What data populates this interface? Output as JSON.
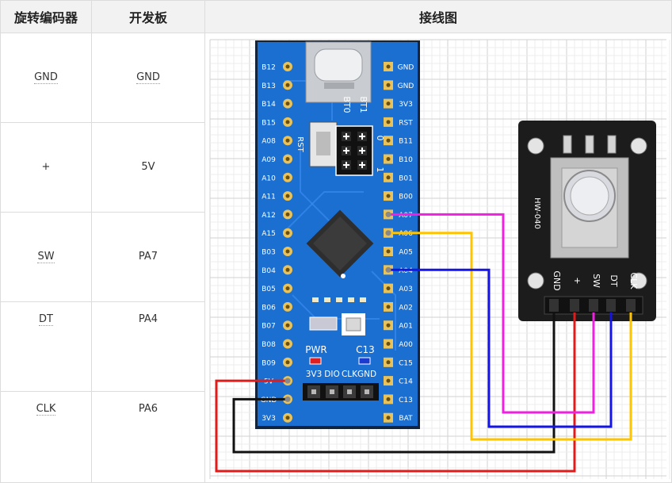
{
  "headers": [
    "旋转编码器",
    "开发板",
    "接线图"
  ],
  "rows": [
    {
      "encoder": "GND",
      "board": "GND"
    },
    {
      "encoder": "+",
      "board": "5V"
    },
    {
      "encoder": "SW",
      "board": "PA7"
    },
    {
      "encoder": "DT",
      "board": "PA4"
    },
    {
      "encoder": "CLK",
      "board": "PA6"
    }
  ],
  "board": {
    "left_pins": [
      "B12",
      "B13",
      "B14",
      "B15",
      "A08",
      "A09",
      "A10",
      "A11",
      "A12",
      "A15",
      "B03",
      "B04",
      "B05",
      "B06",
      "B07",
      "B08",
      "B09",
      "5V",
      "GND",
      "3V3"
    ],
    "right_pins": [
      "GND",
      "GND",
      "3V3",
      "RST",
      "B11",
      "B10",
      "B01",
      "B00",
      "A07",
      "A06",
      "A05",
      "A04",
      "A03",
      "A02",
      "A01",
      "A00",
      "C15",
      "C14",
      "C13",
      "BAT"
    ],
    "rst_label": "RST",
    "boot_labels": [
      "BT0",
      "BT1"
    ],
    "boot_numbers": [
      "0",
      "1"
    ],
    "pwr_label": "PWR",
    "c13_label": "C13",
    "header_labels": [
      "3V3",
      "DIO",
      "CLK",
      "GND"
    ]
  },
  "encoder_module": {
    "model": "HW-040",
    "pins": [
      "GND",
      "+",
      "SW",
      "DT",
      "CLK"
    ]
  },
  "colors": {
    "board": "#1a6fd1",
    "wire_red": "#e01b1b",
    "wire_black": "#111111",
    "wire_magenta": "#f020e0",
    "wire_yellow": "#ffc400",
    "wire_blue": "#1414e6"
  }
}
